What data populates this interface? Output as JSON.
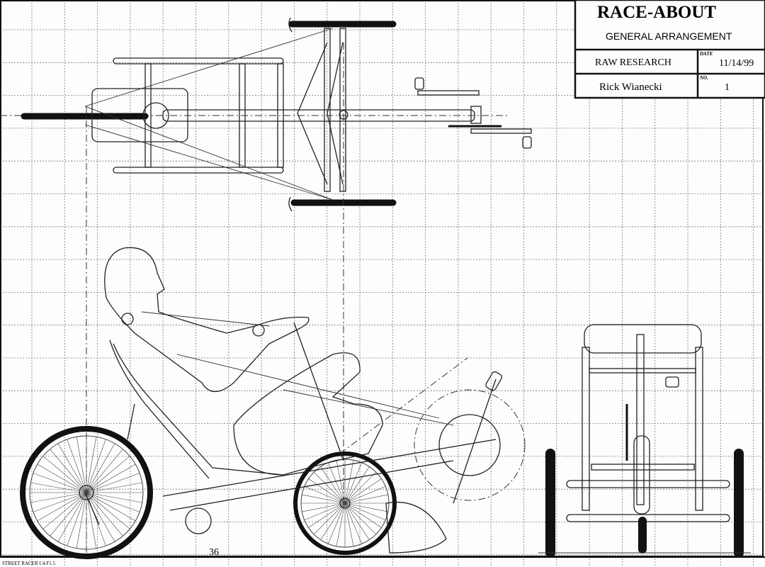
{
  "title_block": {
    "project": "RACE-ABOUT",
    "sheet_title": "GENERAL ARRANGEMENT",
    "company": "RAW RESEARCH",
    "date_label": "DATE",
    "date": "11/14/99",
    "author": "Rick Wianecki",
    "number_label": "NO.",
    "number": "1"
  },
  "dimension": "36",
  "drawing_id": "STREET RACER C4.F1.5"
}
